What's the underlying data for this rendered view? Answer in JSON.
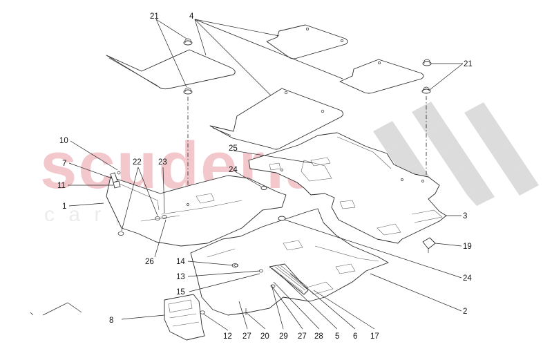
{
  "watermark": {
    "brand": "scuderia",
    "sub": "c a r   p a r t s",
    "brand_color": "#f3c8cc",
    "flag_color": "#d6d6d6"
  },
  "callouts": {
    "c1": "1",
    "c2": "2",
    "c3": "3",
    "c4": "4",
    "c5": "5",
    "c6": "6",
    "c7": "7",
    "c8": "8",
    "c10": "10",
    "c11": "11",
    "c12": "12",
    "c13": "13",
    "c14": "14",
    "c15": "15",
    "c17": "17",
    "c19": "19",
    "c20": "20",
    "c21a": "21",
    "c21b": "21",
    "c22": "22",
    "c23": "23",
    "c24a": "24",
    "c24b": "24",
    "c25": "25",
    "c26": "26",
    "c27a": "27",
    "c27b": "27",
    "c28": "28",
    "c29": "29"
  },
  "parts": {
    "floor_mat_rear_left": "4",
    "floor_mat_rear_right": "4",
    "floor_mat_front": "4",
    "fastener_clip": "21",
    "rear_floor_panel": "3",
    "front_floor_panel": "2",
    "side_insulation": "1",
    "bracket_cover": "8",
    "vent_grille": "5"
  },
  "icons": {
    "orientation_arrow": "orientation-arrow-icon"
  }
}
